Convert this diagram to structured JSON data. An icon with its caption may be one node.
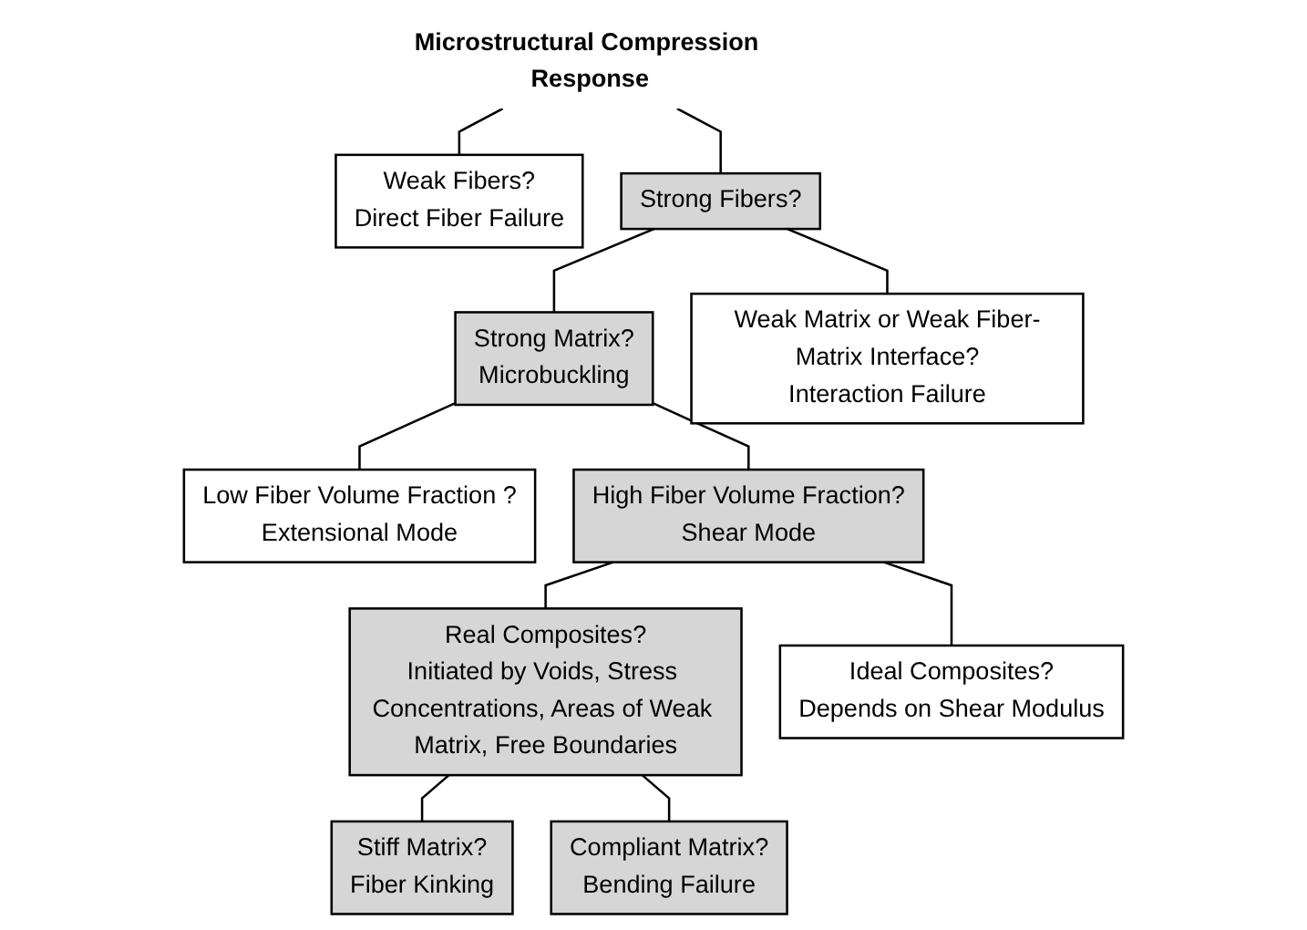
{
  "diagram": {
    "nodes": [
      {
        "text": [
          "Microstructural Compression Response"
        ]
      },
      {
        "text": [
          "Weak Fibers?",
          "Direct Fiber Failure"
        ]
      },
      {
        "text": [
          "Strong Fibers?"
        ]
      },
      {
        "text": [
          "Strong Matrix?",
          "Microbuckling"
        ]
      },
      {
        "text": [
          "Weak Matrix or Weak Fiber-Matrix Interface?",
          "Interaction Failure"
        ]
      },
      {
        "text": [
          "Low Fiber Volume Fraction ?",
          "Extensional Mode"
        ]
      },
      {
        "text": [
          "High Fiber Volume Fraction?",
          "Shear Mode"
        ]
      },
      {
        "text": [
          "Real Composites?",
          "Initiated by Voids, Stress Concentrations, Areas of Weak Matrix, Free Boundaries"
        ]
      },
      {
        "text": [
          "Ideal Composites?",
          "Depends on Shear Modulus"
        ]
      },
      {
        "text": [
          "Stiff Matrix?",
          "Fiber Kinking"
        ]
      },
      {
        "text": [
          "Compliant Matrix?",
          "Bending Failure"
        ]
      }
    ],
    "edges": [
      {
        "from": 0,
        "to": 1,
        "arrow": "none"
      },
      {
        "from": 0,
        "to": 2,
        "arrow": "none"
      },
      {
        "from": 2,
        "to": 3,
        "arrow": "none"
      },
      {
        "from": 2,
        "to": 4,
        "arrow": "none"
      },
      {
        "from": 3,
        "to": 5,
        "arrow": "none"
      },
      {
        "from": 3,
        "to": 6,
        "arrow": "none"
      },
      {
        "from": 6,
        "to": 7,
        "arrow": "none"
      },
      {
        "from": 6,
        "to": 8,
        "arrow": "none"
      },
      {
        "from": 7,
        "to": 9,
        "arrow": "none"
      },
      {
        "from": 7,
        "to": 10,
        "arrow": "none"
      }
    ]
  }
}
